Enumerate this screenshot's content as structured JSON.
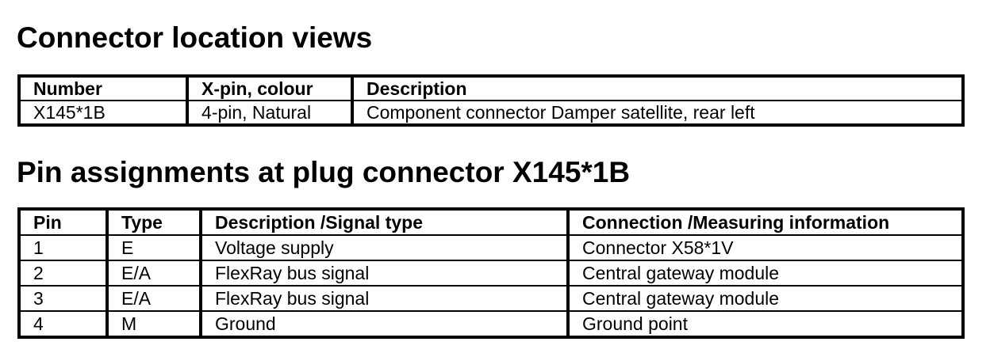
{
  "connector_section": {
    "title": "Connector location views",
    "headers": {
      "number": "Number",
      "xpin": "X-pin, colour",
      "description": "Description"
    },
    "rows": [
      {
        "number": "X145*1B",
        "xpin": "4-pin, Natural",
        "description": "Component connector Damper satellite, rear left"
      }
    ]
  },
  "pin_section": {
    "title": "Pin assignments at plug connector X145*1B",
    "headers": {
      "pin": "Pin",
      "type": "Type",
      "description": "Description /Signal type",
      "connection": "Connection /Measuring information"
    },
    "rows": [
      {
        "pin": "1",
        "type": "E",
        "description": "Voltage supply",
        "connection": "Connector X58*1V"
      },
      {
        "pin": "2",
        "type": "E/A",
        "description": "FlexRay bus signal",
        "connection": "Central gateway module"
      },
      {
        "pin": "3",
        "type": "E/A",
        "description": "FlexRay bus signal",
        "connection": "Central gateway module"
      },
      {
        "pin": "4",
        "type": "M",
        "description": "Ground",
        "connection": "Ground point"
      }
    ]
  }
}
